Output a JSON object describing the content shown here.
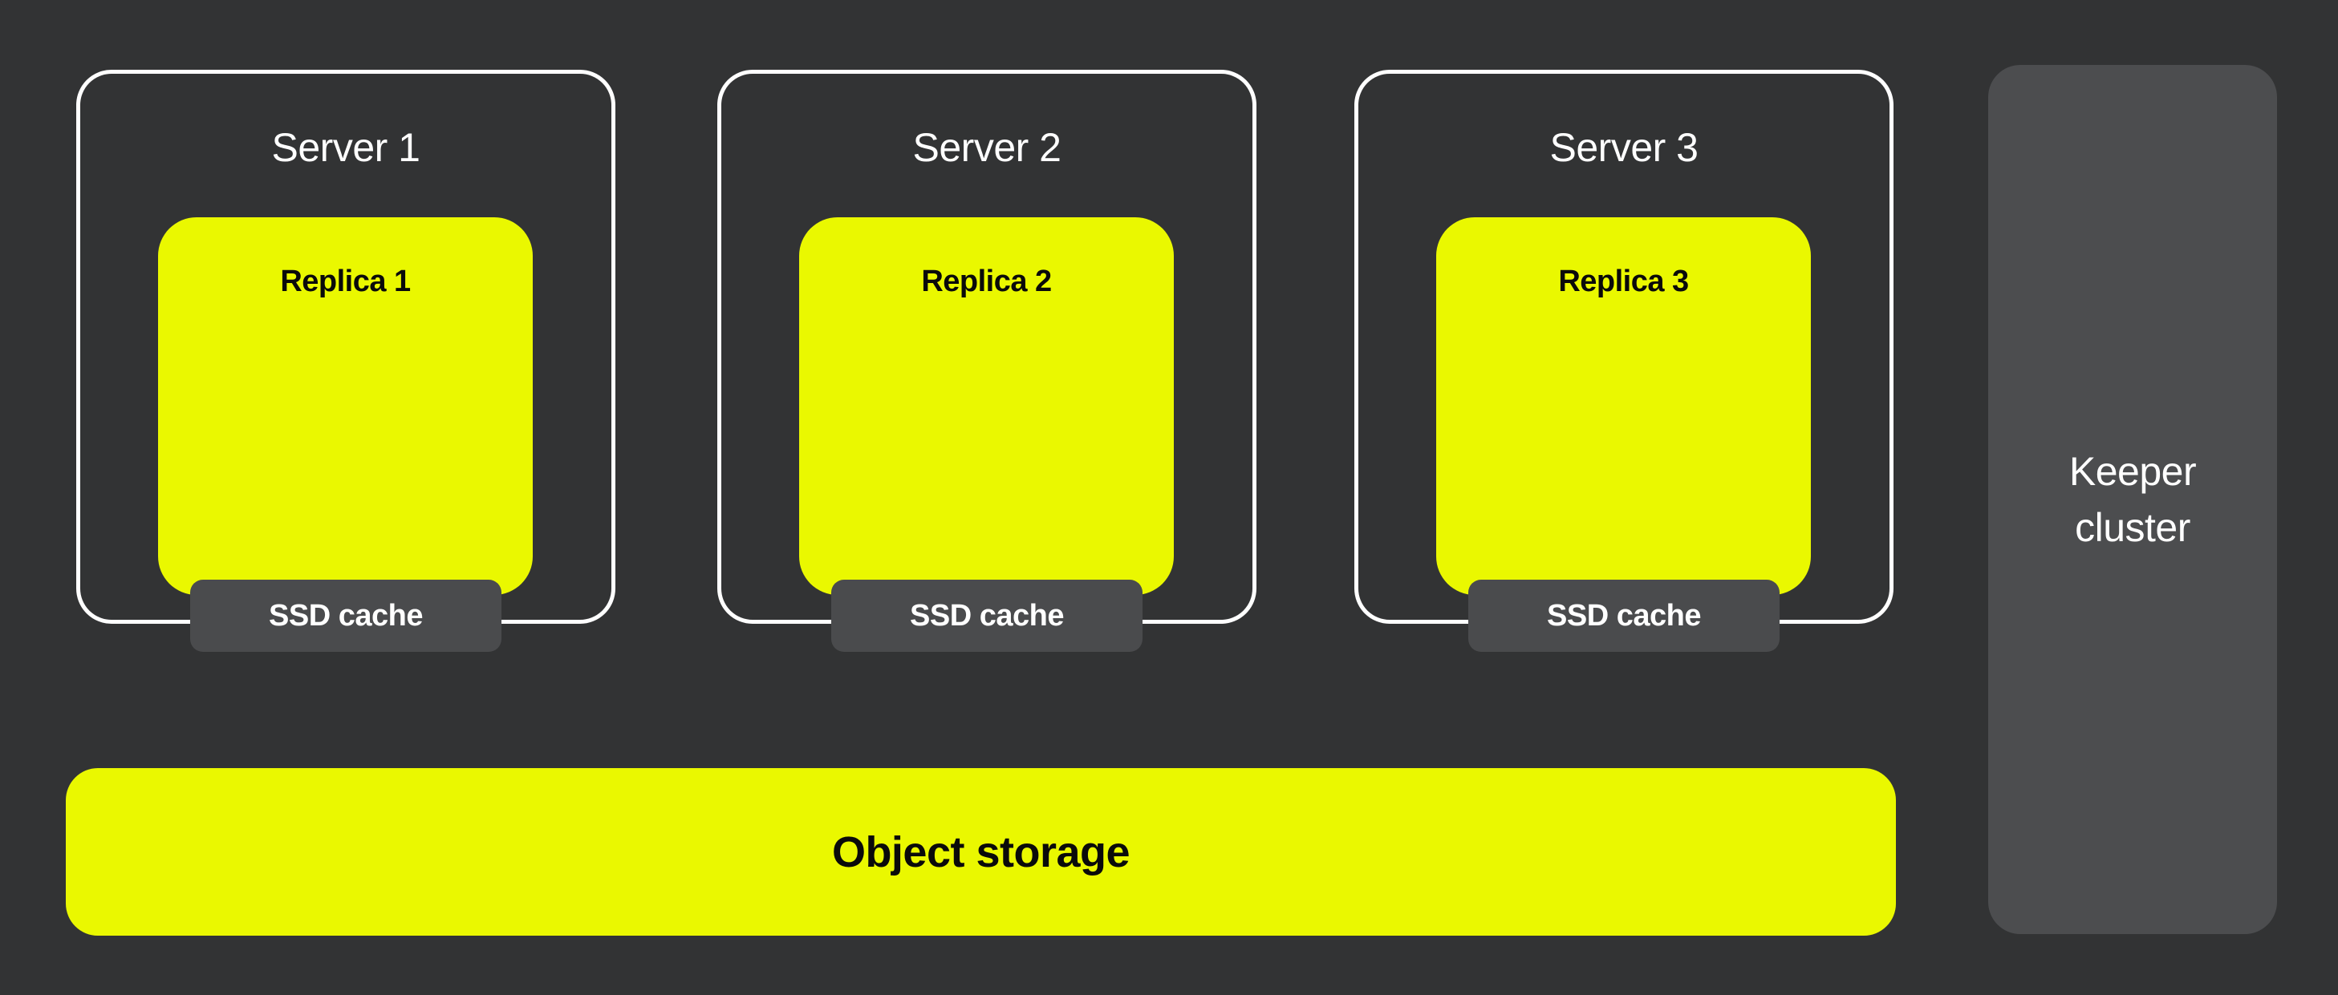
{
  "colors": {
    "background": "#323334",
    "accent": "#EAF800",
    "panel": "#4C4D4F",
    "badge": "#4A4B4D",
    "border": "#FFFFFF",
    "text_dark": "#0A0A0A",
    "text_light": "#FFFFFF"
  },
  "servers": [
    {
      "title": "Server 1",
      "replica_label": "Replica 1",
      "cache_label": "SSD cache"
    },
    {
      "title": "Server 2",
      "replica_label": "Replica 2",
      "cache_label": "SSD cache"
    },
    {
      "title": "Server 3",
      "replica_label": "Replica 3",
      "cache_label": "SSD cache"
    }
  ],
  "object_storage_label": "Object storage",
  "keeper_cluster_label": "Keeper cluster"
}
